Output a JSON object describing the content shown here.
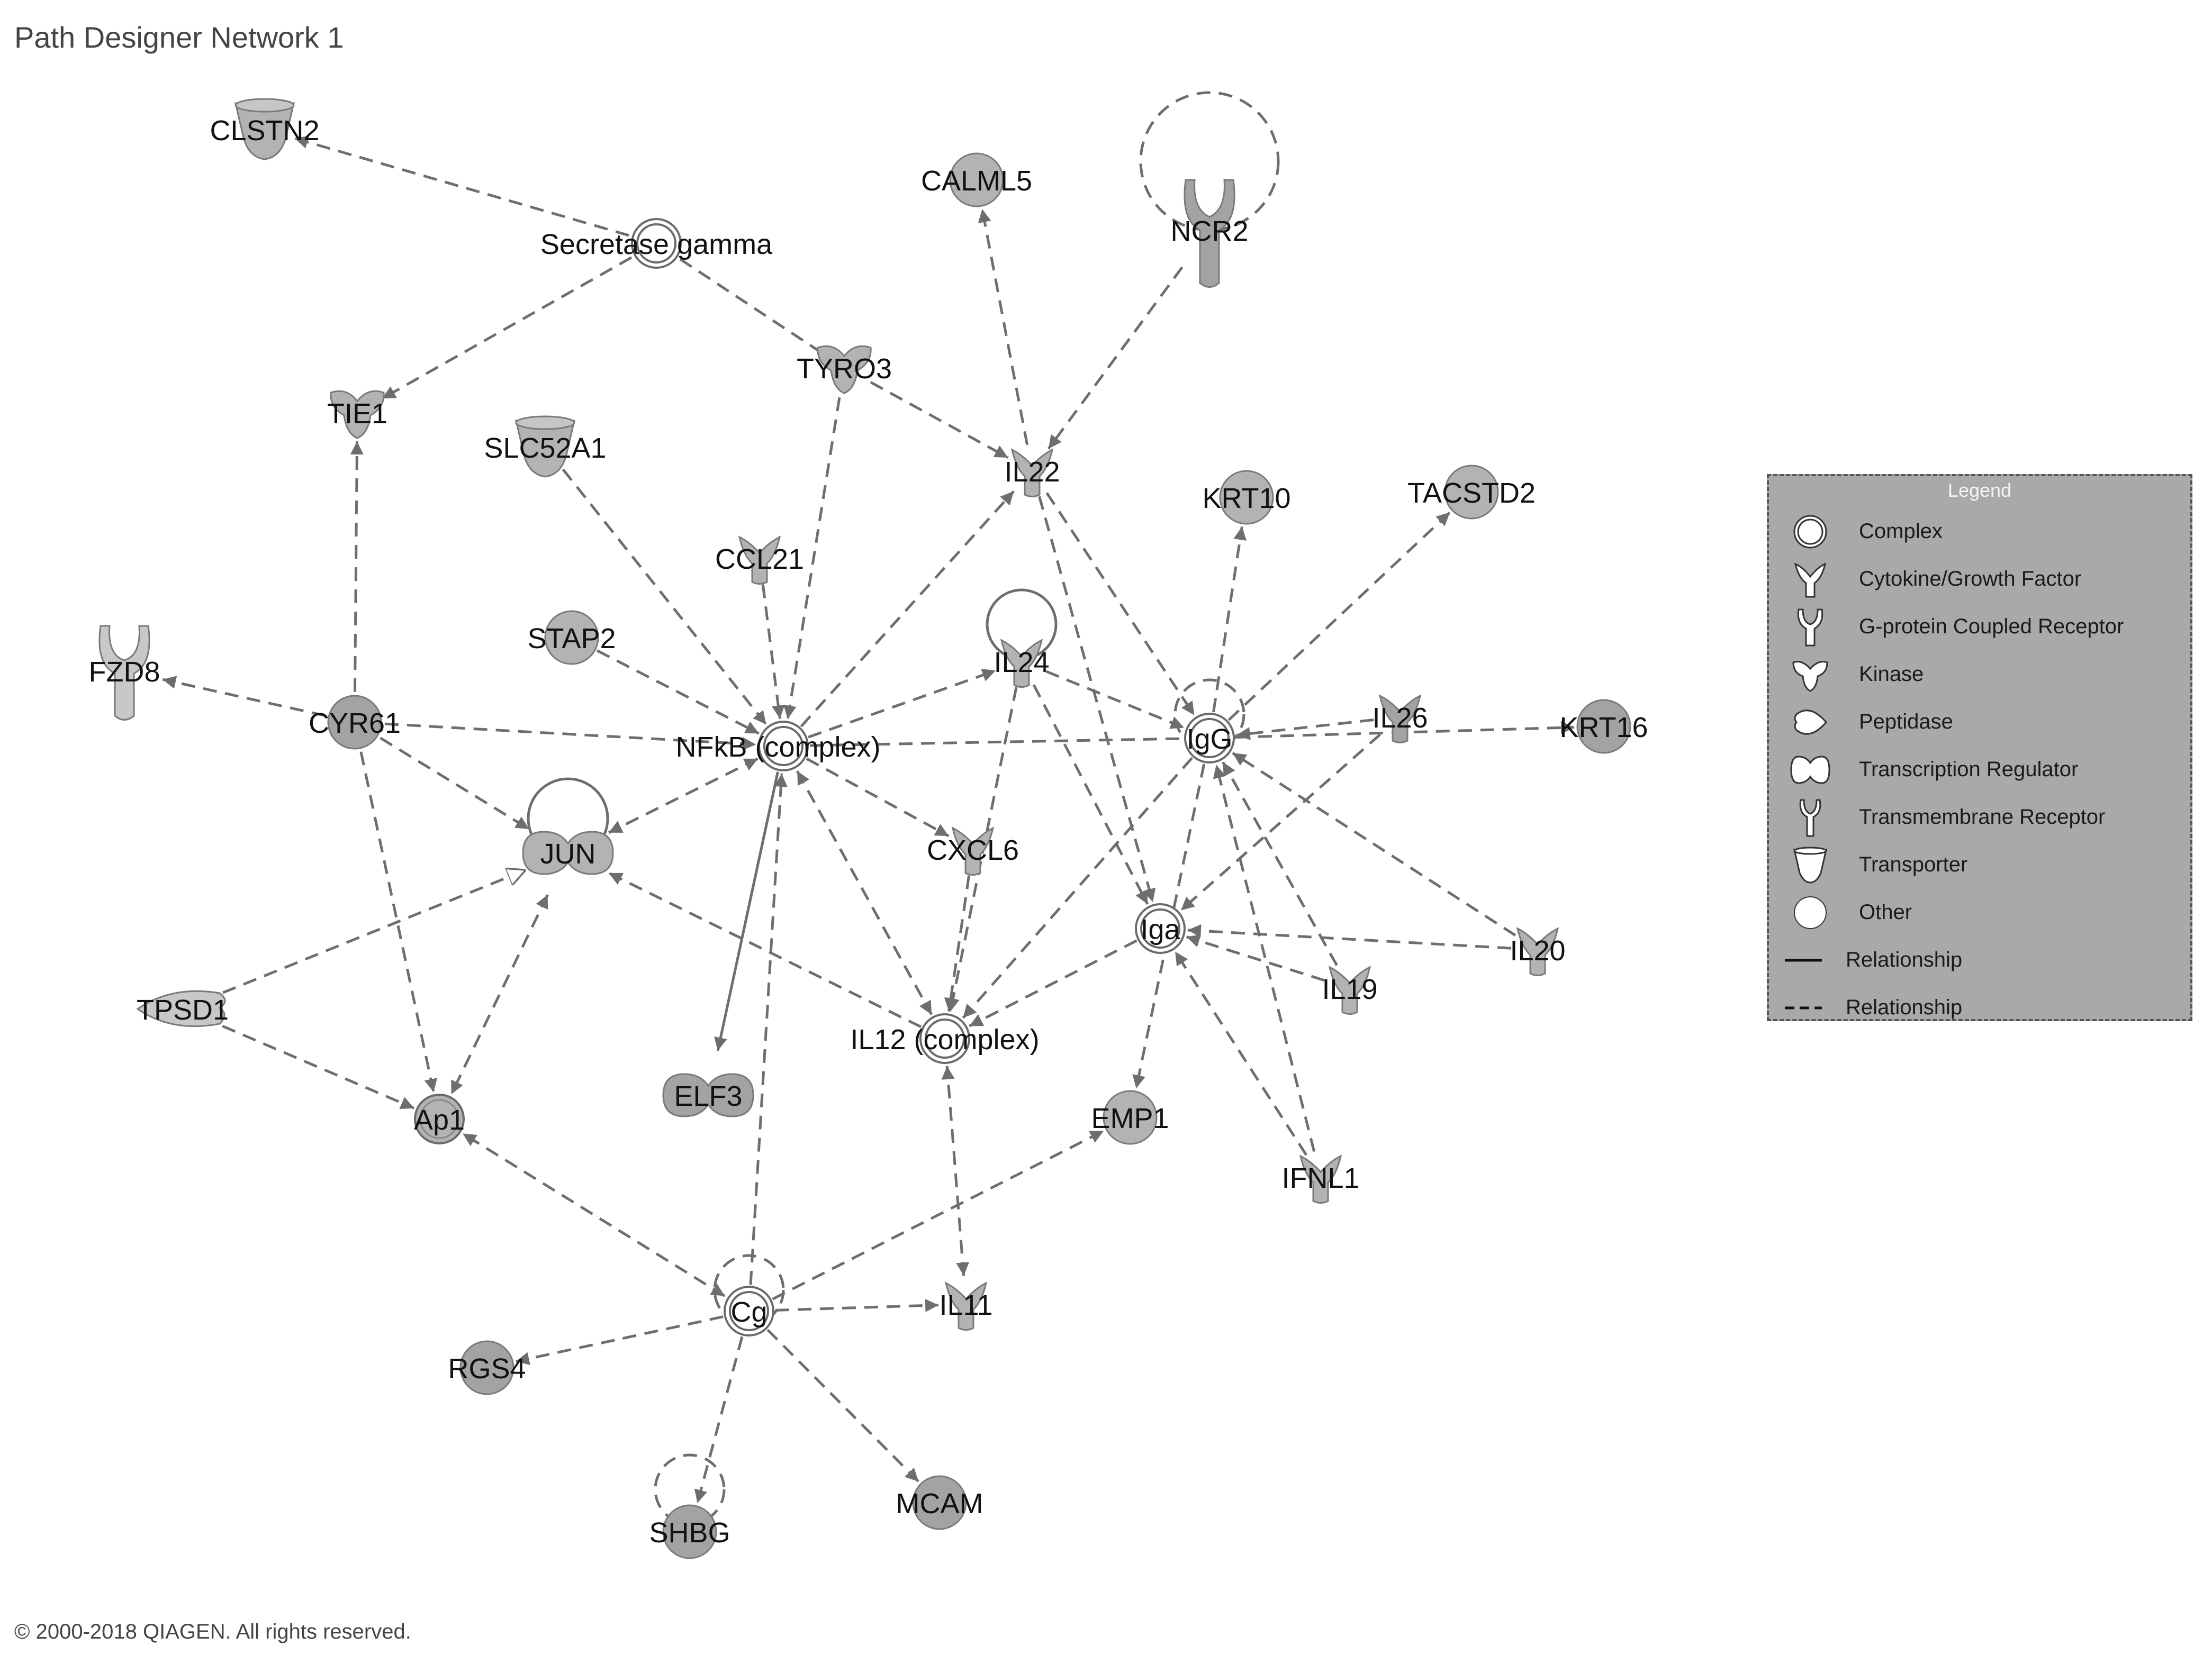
{
  "title": "Path Designer Network 1",
  "copyright": "© 2000-2018 QIAGEN. All rights reserved.",
  "legend": {
    "title": "Legend",
    "items": [
      {
        "shape": "complex",
        "label": "Complex"
      },
      {
        "shape": "cytokine",
        "label": "Cytokine/Growth Factor"
      },
      {
        "shape": "gpcr",
        "label": "G-protein Coupled Receptor"
      },
      {
        "shape": "kinase",
        "label": "Kinase"
      },
      {
        "shape": "peptidase",
        "label": "Peptidase"
      },
      {
        "shape": "transcription-regulator",
        "label": "Transcription Regulator"
      },
      {
        "shape": "transmembrane-receptor",
        "label": "Transmembrane Receptor"
      },
      {
        "shape": "transporter",
        "label": "Transporter"
      },
      {
        "shape": "other",
        "label": "Other"
      },
      {
        "shape": "solid-line",
        "label": "Relationship"
      },
      {
        "shape": "dashed-line",
        "label": "Relationship"
      }
    ]
  },
  "colors": {
    "node_fill": "#b3b3b3",
    "node_fill_dark": "#a3a3a3",
    "edge": "#6e6e6e",
    "legend_bg": "#a9a9a9"
  },
  "nodes": [
    {
      "id": "CLSTN2",
      "label": "CLSTN2",
      "shape": "transporter"
    },
    {
      "id": "SECGAMMA",
      "label": "Secretase gamma",
      "shape": "complex"
    },
    {
      "id": "CALML5",
      "label": "CALML5",
      "shape": "other"
    },
    {
      "id": "NCR2",
      "label": "NCR2",
      "shape": "transmembrane-receptor"
    },
    {
      "id": "TYRO3",
      "label": "TYRO3",
      "shape": "kinase"
    },
    {
      "id": "TIE1",
      "label": "TIE1",
      "shape": "kinase"
    },
    {
      "id": "SLC52A1",
      "label": "SLC52A1",
      "shape": "transporter"
    },
    {
      "id": "IL22",
      "label": "IL22",
      "shape": "cytokine"
    },
    {
      "id": "KRT10",
      "label": "KRT10",
      "shape": "other"
    },
    {
      "id": "TACSTD2",
      "label": "TACSTD2",
      "shape": "other"
    },
    {
      "id": "CCL21",
      "label": "CCL21",
      "shape": "cytokine"
    },
    {
      "id": "STAP2",
      "label": "STAP2",
      "shape": "other"
    },
    {
      "id": "IL24",
      "label": "IL24",
      "shape": "cytokine"
    },
    {
      "id": "FZD8",
      "label": "FZD8",
      "shape": "gpcr"
    },
    {
      "id": "CYR61",
      "label": "CYR61",
      "shape": "other"
    },
    {
      "id": "NFKB",
      "label": "NFkB (complex)",
      "shape": "complex"
    },
    {
      "id": "IGG",
      "label": "IgG",
      "shape": "complex"
    },
    {
      "id": "IL26",
      "label": "IL26",
      "shape": "cytokine"
    },
    {
      "id": "KRT16",
      "label": "KRT16",
      "shape": "other"
    },
    {
      "id": "JUN",
      "label": "JUN",
      "shape": "transcription-regulator"
    },
    {
      "id": "CXCL6",
      "label": "CXCL6",
      "shape": "cytokine"
    },
    {
      "id": "IGA",
      "label": "Iga",
      "shape": "complex"
    },
    {
      "id": "IL20",
      "label": "IL20",
      "shape": "cytokine"
    },
    {
      "id": "TPSD1",
      "label": "TPSD1",
      "shape": "peptidase"
    },
    {
      "id": "IL19",
      "label": "IL19",
      "shape": "cytokine"
    },
    {
      "id": "IL12",
      "label": "IL12 (complex)",
      "shape": "complex"
    },
    {
      "id": "ELF3",
      "label": "ELF3",
      "shape": "transcription-regulator"
    },
    {
      "id": "AP1",
      "label": "Ap1",
      "shape": "complex-filled"
    },
    {
      "id": "EMP1",
      "label": "EMP1",
      "shape": "other"
    },
    {
      "id": "IFNL1",
      "label": "IFNL1",
      "shape": "cytokine"
    },
    {
      "id": "CG",
      "label": "Cg",
      "shape": "complex"
    },
    {
      "id": "IL11",
      "label": "IL11",
      "shape": "cytokine"
    },
    {
      "id": "RGS4",
      "label": "RGS4",
      "shape": "other"
    },
    {
      "id": "SHBG",
      "label": "SHBG",
      "shape": "other"
    },
    {
      "id": "MCAM",
      "label": "MCAM",
      "shape": "other"
    }
  ],
  "edges": [
    {
      "from": "SECGAMMA",
      "to": "CLSTN2",
      "dashed": true,
      "arrow": "end"
    },
    {
      "from": "SECGAMMA",
      "to": "TIE1",
      "dashed": true,
      "arrow": "end"
    },
    {
      "from": "SECGAMMA",
      "to": "TYRO3",
      "dashed": true,
      "arrow": "none"
    },
    {
      "from": "TYRO3",
      "to": "IL22",
      "dashed": true,
      "arrow": "end"
    },
    {
      "from": "TYRO3",
      "to": "NFKB",
      "dashed": true,
      "arrow": "end"
    },
    {
      "from": "NCR2",
      "to": "IL22",
      "dashed": true,
      "arrow": "end"
    },
    {
      "from": "IL22",
      "to": "CALML5",
      "dashed": true,
      "arrow": "end"
    },
    {
      "from": "IL22",
      "to": "IGG",
      "dashed": true,
      "arrow": "end"
    },
    {
      "from": "IL22",
      "to": "IGA",
      "dashed": true,
      "arrow": "end"
    },
    {
      "from": "NFKB",
      "to": "IL22",
      "dashed": true,
      "arrow": "end"
    },
    {
      "from": "SLC52A1",
      "to": "NFKB",
      "dashed": true,
      "arrow": "end"
    },
    {
      "from": "CCL21",
      "to": "NFKB",
      "dashed": true,
      "arrow": "end"
    },
    {
      "from": "STAP2",
      "to": "NFKB",
      "dashed": true,
      "arrow": "end"
    },
    {
      "from": "CYR61",
      "to": "TIE1",
      "dashed": true,
      "arrow": "end"
    },
    {
      "from": "CYR61",
      "to": "FZD8",
      "dashed": true,
      "arrow": "end"
    },
    {
      "from": "CYR61",
      "to": "NFKB",
      "dashed": true,
      "arrow": "end"
    },
    {
      "from": "CYR61",
      "to": "JUN",
      "dashed": true,
      "arrow": "end"
    },
    {
      "from": "CYR61",
      "to": "AP1",
      "dashed": true,
      "arrow": "end"
    },
    {
      "from": "NFKB",
      "to": "JUN",
      "dashed": true,
      "arrow": "both"
    },
    {
      "from": "NFKB",
      "to": "IL24",
      "dashed": true,
      "arrow": "end"
    },
    {
      "from": "NFKB",
      "to": "IGG",
      "dashed": true,
      "arrow": "none"
    },
    {
      "from": "NFKB",
      "to": "CXCL6",
      "dashed": true,
      "arrow": "end"
    },
    {
      "from": "NFKB",
      "to": "IL12",
      "dashed": true,
      "arrow": "both"
    },
    {
      "from": "NFKB",
      "to": "ELF3",
      "dashed": false,
      "arrow": "end"
    },
    {
      "from": "CG",
      "to": "NFKB",
      "dashed": true,
      "arrow": "end"
    },
    {
      "from": "IL24",
      "to": "IGG",
      "dashed": true,
      "arrow": "end"
    },
    {
      "from": "IL24",
      "to": "IGA",
      "dashed": true,
      "arrow": "end"
    },
    {
      "from": "IL24",
      "to": "IL12",
      "dashed": true,
      "arrow": "end"
    },
    {
      "from": "IGG",
      "to": "KRT10",
      "dashed": true,
      "arrow": "end"
    },
    {
      "from": "IGG",
      "to": "TACSTD2",
      "dashed": true,
      "arrow": "end"
    },
    {
      "from": "IGG",
      "to": "KRT16",
      "dashed": true,
      "arrow": "end"
    },
    {
      "from": "IL26",
      "to": "IGG",
      "dashed": true,
      "arrow": "end"
    },
    {
      "from": "IL26",
      "to": "IGA",
      "dashed": true,
      "arrow": "end"
    },
    {
      "from": "IL20",
      "to": "IGG",
      "dashed": true,
      "arrow": "end"
    },
    {
      "from": "IL20",
      "to": "IGA",
      "dashed": true,
      "arrow": "end"
    },
    {
      "from": "IL19",
      "to": "IGG",
      "dashed": true,
      "arrow": "end"
    },
    {
      "from": "IL19",
      "to": "IGA",
      "dashed": true,
      "arrow": "end"
    },
    {
      "from": "IFNL1",
      "to": "IGG",
      "dashed": true,
      "arrow": "end"
    },
    {
      "from": "IFNL1",
      "to": "IGA",
      "dashed": true,
      "arrow": "end"
    },
    {
      "from": "IGG",
      "to": "IL12",
      "dashed": true,
      "arrow": "end"
    },
    {
      "from": "IGG",
      "to": "EMP1",
      "dashed": true,
      "arrow": "end"
    },
    {
      "from": "IGA",
      "to": "IL12",
      "dashed": true,
      "arrow": "end"
    },
    {
      "from": "CXCL6",
      "to": "IL12",
      "dashed": true,
      "arrow": "end"
    },
    {
      "from": "IL12",
      "to": "JUN",
      "dashed": true,
      "arrow": "end"
    },
    {
      "from": "TPSD1",
      "to": "JUN",
      "dashed": true,
      "arrow": "hollow"
    },
    {
      "from": "TPSD1",
      "to": "AP1",
      "dashed": true,
      "arrow": "end"
    },
    {
      "from": "JUN",
      "to": "AP1",
      "dashed": true,
      "arrow": "both"
    },
    {
      "from": "CG",
      "to": "AP1",
      "dashed": true,
      "arrow": "both"
    },
    {
      "from": "CG",
      "to": "EMP1",
      "dashed": true,
      "arrow": "end"
    },
    {
      "from": "IL11",
      "to": "IL12",
      "dashed": true,
      "arrow": "both"
    },
    {
      "from": "CG",
      "to": "IL11",
      "dashed": true,
      "arrow": "end"
    },
    {
      "from": "CG",
      "to": "RGS4",
      "dashed": true,
      "arrow": "end"
    },
    {
      "from": "CG",
      "to": "SHBG",
      "dashed": true,
      "arrow": "end"
    },
    {
      "from": "CG",
      "to": "MCAM",
      "dashed": true,
      "arrow": "end"
    }
  ],
  "self_loops": [
    {
      "node": "NCR2",
      "dashed": true
    },
    {
      "node": "IL24",
      "dashed": false
    },
    {
      "node": "JUN",
      "dashed": false
    },
    {
      "node": "IGG",
      "dashed": true
    },
    {
      "node": "CG",
      "dashed": true
    },
    {
      "node": "SHBG",
      "dashed": true
    }
  ]
}
